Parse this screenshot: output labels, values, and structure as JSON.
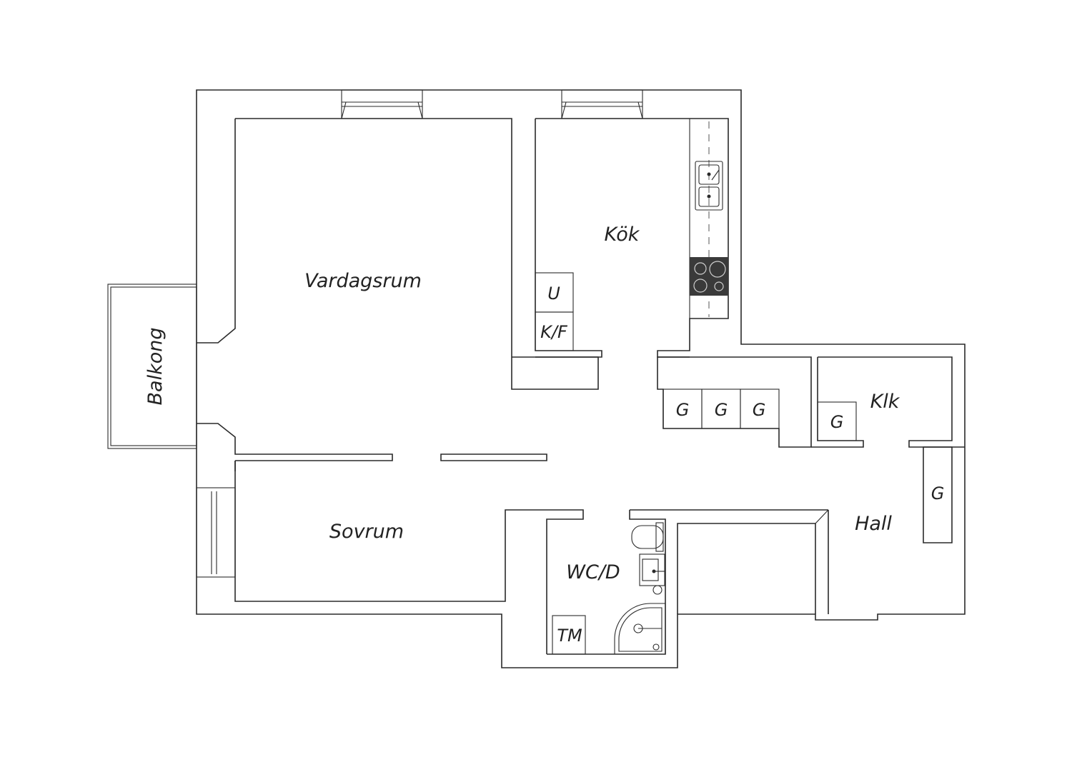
{
  "rooms": {
    "vardagsrum": "Vardagsrum",
    "kok": "Kök",
    "balkong": "Balkong",
    "sovrum": "Sovrum",
    "hall": "Hall",
    "klk": "Klk",
    "wcd": "WC/D"
  },
  "fixtures": {
    "u": "U",
    "kf": "K/F",
    "g1": "G",
    "g2": "G",
    "g3": "G",
    "g_klk": "G",
    "g_hall": "G",
    "tm": "TM"
  },
  "colors": {
    "line": "#2a2a2a",
    "stove": "#3a3a3a",
    "background": "#ffffff"
  }
}
